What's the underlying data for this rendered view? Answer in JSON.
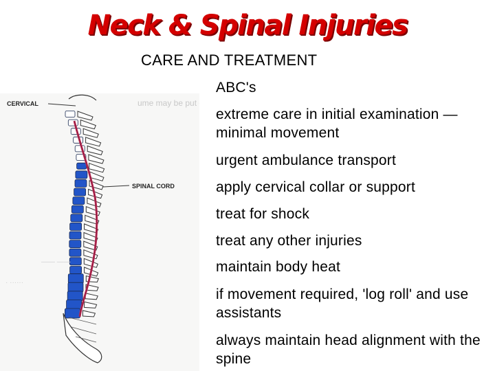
{
  "slide": {
    "title": "Neck & Spinal Injuries",
    "subtitle": "CARE AND TREATMENT",
    "figure": {
      "labels": {
        "cervical": "CERVICAL",
        "spinal_cord": "SPINAL CORD"
      },
      "colors": {
        "vertebra": "#2255c8",
        "cord": "#c0305a",
        "bone": "#ffffff"
      }
    },
    "items": [
      {
        "text": "ABC's"
      },
      {
        "text": "extreme care in initial examination — minimal movement"
      },
      {
        "text": "urgent ambulance transport"
      },
      {
        "text": "apply cervical collar or support"
      },
      {
        "text": "treat for shock"
      },
      {
        "text": "treat any other injuries"
      },
      {
        "text": "maintain body heat"
      },
      {
        "text": "if movement required, 'log roll' and use assistants"
      },
      {
        "text": "always maintain head alignment with the spine"
      }
    ]
  }
}
